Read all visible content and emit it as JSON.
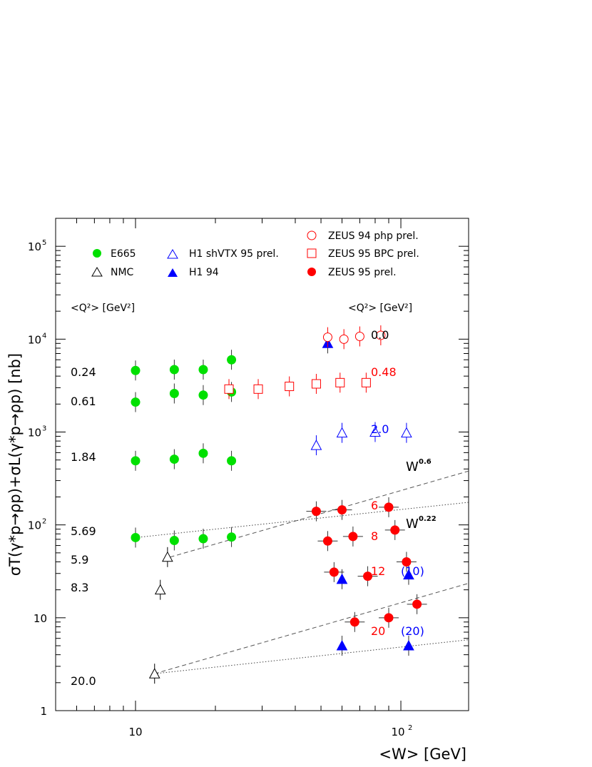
{
  "chart_data": {
    "type": "scatter",
    "xscale": "log",
    "yscale": "log",
    "xlim": [
      5,
      180
    ],
    "ylim": [
      1,
      200000
    ],
    "ylabel": "σT(γ*p→ρp)+σL(γ*p→ρp) [nb]",
    "xlabel": "<W> [GeV]",
    "x_ticks": [
      {
        "value": 10,
        "base": "10",
        "exp": ""
      },
      {
        "value": 100,
        "base": "10",
        "exp": "2"
      }
    ],
    "y_ticks": [
      {
        "value": 1,
        "base": "1",
        "exp": ""
      },
      {
        "value": 10,
        "base": "10",
        "exp": ""
      },
      {
        "value": 100,
        "base": "10",
        "exp": "2"
      },
      {
        "value": 1000,
        "base": "10",
        "exp": "3"
      },
      {
        "value": 10000,
        "base": "10",
        "exp": "4"
      },
      {
        "value": 100000,
        "base": "10",
        "exp": "5"
      }
    ],
    "q2_header": "<Q²> [GeV²]",
    "q2_left": [
      "0.24",
      "0.61",
      "1.84",
      "5.69",
      "5.9",
      "8.3",
      "20.0"
    ],
    "q2_right": [
      {
        "text": "0.0",
        "color": "#000000"
      },
      {
        "text": "0.48",
        "color": "#ff0000"
      },
      {
        "text": "2.0",
        "color": "#0000ff"
      },
      {
        "text": "6",
        "color": "#ff0000"
      },
      {
        "text": "8",
        "color": "#ff0000"
      },
      {
        "text": "12",
        "color": "#ff0000"
      },
      {
        "text": "(10)",
        "color": "#0000ff"
      },
      {
        "text": "20",
        "color": "#ff0000"
      },
      {
        "text": "(20)",
        "color": "#0000ff"
      }
    ],
    "power_labels": [
      {
        "base": "W",
        "exp": "0.6"
      },
      {
        "base": "W",
        "exp": "0.22"
      }
    ],
    "series": [
      {
        "name": "E665",
        "marker": "circle",
        "filled": true,
        "color": "#00e000",
        "points": [
          {
            "x": 10,
            "y": 4600
          },
          {
            "x": 14,
            "y": 4700
          },
          {
            "x": 18,
            "y": 4700
          },
          {
            "x": 23,
            "y": 6000
          },
          {
            "x": 10,
            "y": 2100
          },
          {
            "x": 14,
            "y": 2600
          },
          {
            "x": 18,
            "y": 2500
          },
          {
            "x": 23,
            "y": 2700
          },
          {
            "x": 10,
            "y": 490
          },
          {
            "x": 14,
            "y": 510
          },
          {
            "x": 18,
            "y": 590
          },
          {
            "x": 23,
            "y": 490
          },
          {
            "x": 10,
            "y": 73
          },
          {
            "x": 14,
            "y": 68
          },
          {
            "x": 18,
            "y": 71
          },
          {
            "x": 23,
            "y": 74
          }
        ]
      },
      {
        "name": "NMC",
        "marker": "triangle",
        "filled": false,
        "color": "#000000",
        "points": [
          {
            "x": 13.2,
            "y": 45
          },
          {
            "x": 12.4,
            "y": 20
          },
          {
            "x": 11.8,
            "y": 2.5
          }
        ]
      },
      {
        "name": "H1 shVTX 95 prel.",
        "marker": "triangle",
        "filled": false,
        "color": "#0000ff",
        "points": [
          {
            "x": 48,
            "y": 720
          },
          {
            "x": 60,
            "y": 980
          },
          {
            "x": 80,
            "y": 1000
          },
          {
            "x": 105,
            "y": 980
          }
        ]
      },
      {
        "name": "H1 94",
        "marker": "triangle",
        "filled": true,
        "color": "#0000ff",
        "points": [
          {
            "x": 53,
            "y": 9000
          },
          {
            "x": 60,
            "y": 26
          },
          {
            "x": 107,
            "y": 29
          },
          {
            "x": 60,
            "y": 5
          },
          {
            "x": 107,
            "y": 5
          }
        ]
      },
      {
        "name": "ZEUS 94 php prel.",
        "marker": "circle",
        "filled": false,
        "color": "#ff0000",
        "points": [
          {
            "x": 53,
            "y": 10500
          },
          {
            "x": 61,
            "y": 10000
          },
          {
            "x": 70,
            "y": 10700
          },
          {
            "x": 84,
            "y": 11000
          }
        ]
      },
      {
        "name": "ZEUS 95 BPC prel.",
        "marker": "square",
        "filled": false,
        "color": "#ff0000",
        "points": [
          {
            "x": 22.5,
            "y": 2900
          },
          {
            "x": 29,
            "y": 2900
          },
          {
            "x": 38,
            "y": 3100
          },
          {
            "x": 48,
            "y": 3300
          },
          {
            "x": 59,
            "y": 3400
          },
          {
            "x": 74,
            "y": 3400
          }
        ]
      },
      {
        "name": "ZEUS 95 prel.",
        "marker": "circle",
        "filled": true,
        "color": "#ff0000",
        "points": [
          {
            "x": 48,
            "y": 140
          },
          {
            "x": 60,
            "y": 145
          },
          {
            "x": 90,
            "y": 155
          },
          {
            "x": 53,
            "y": 67
          },
          {
            "x": 66,
            "y": 75
          },
          {
            "x": 95,
            "y": 88
          },
          {
            "x": 56,
            "y": 31
          },
          {
            "x": 75,
            "y": 28
          },
          {
            "x": 105,
            "y": 40
          },
          {
            "x": 67,
            "y": 9
          },
          {
            "x": 90,
            "y": 10
          },
          {
            "x": 115,
            "y": 14
          }
        ]
      }
    ],
    "fit_lines": [
      {
        "style": "dashed",
        "from": [
          13.5,
          45
        ],
        "to": [
          180,
          380
        ]
      },
      {
        "style": "dotted",
        "from": [
          10,
          73
        ],
        "to": [
          180,
          175
        ]
      },
      {
        "style": "dashed",
        "from": [
          11.8,
          2.5
        ],
        "to": [
          180,
          23.5
        ]
      },
      {
        "style": "dotted",
        "from": [
          11.8,
          2.5
        ],
        "to": [
          180,
          5.8
        ]
      }
    ]
  }
}
